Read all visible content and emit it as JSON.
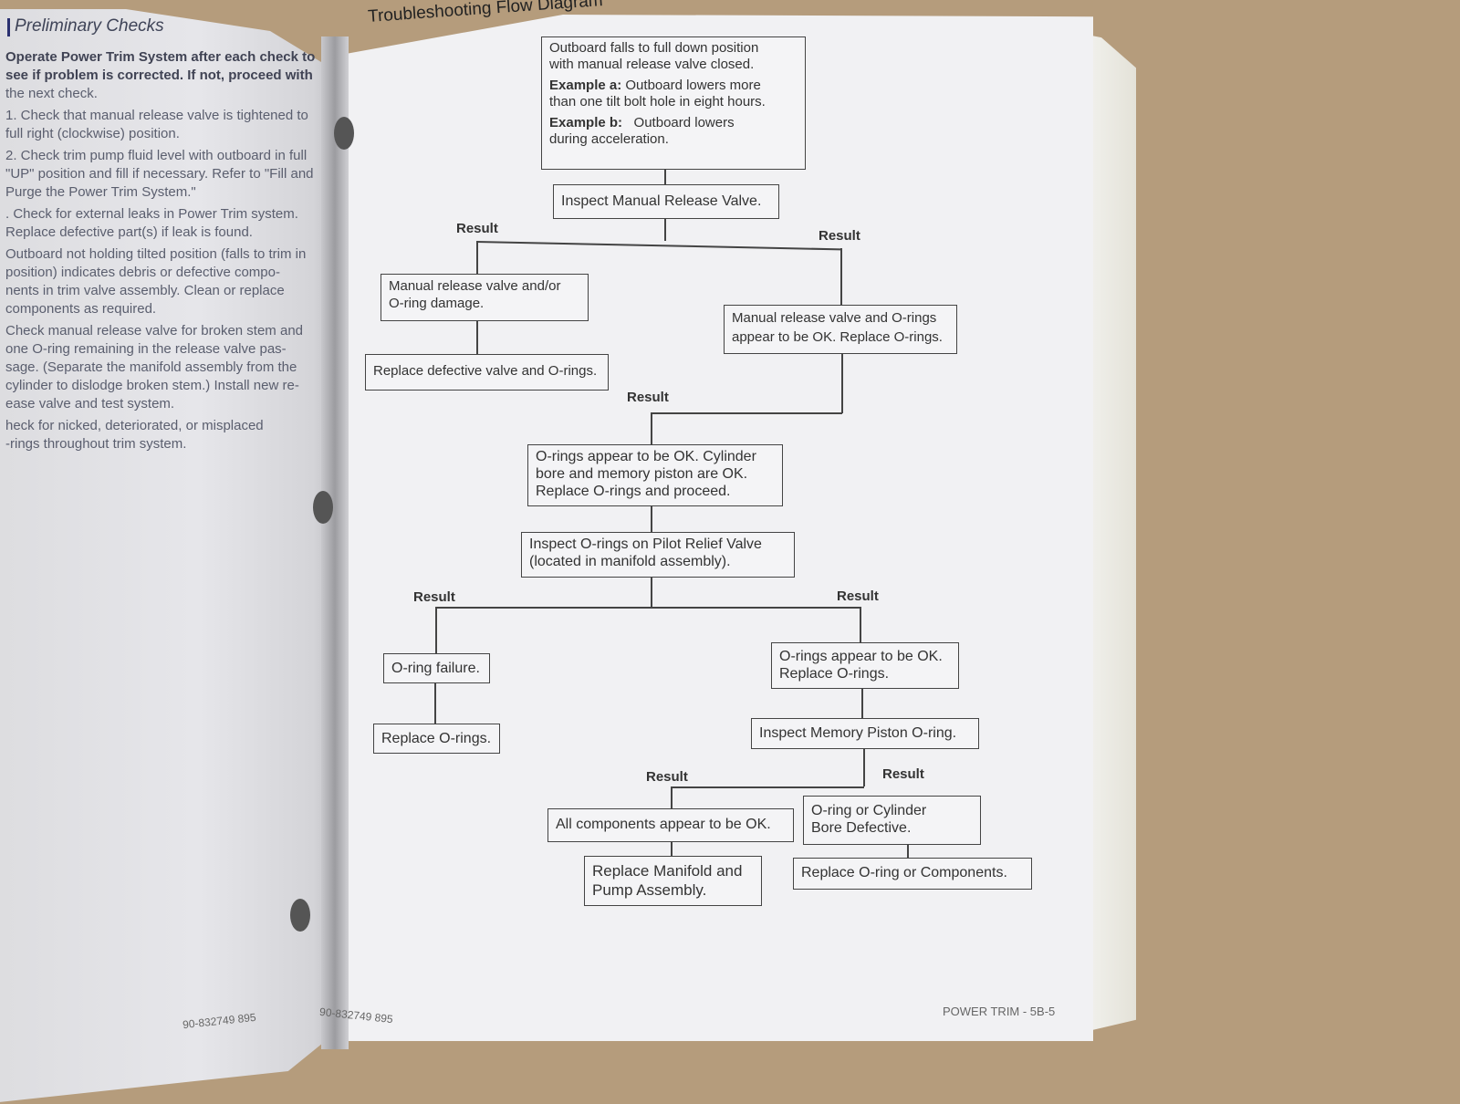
{
  "left_page": {
    "heading": "Preliminary Checks",
    "lines": [
      "Operate Power Trim System after each check to",
      "see if problem is corrected. If not, proceed with",
      "the next check.",
      "1.  Check that manual release valve is tightened to",
      "     full right (clockwise) position.",
      "2.  Check trim pump fluid level with outboard in full",
      "     \"UP\" position and fill if necessary. Refer to \"Fill and",
      "     Purge the Power Trim System.\"",
      ".  Check for external leaks in Power Trim system.",
      "    Replace defective part(s) if leak is found.",
      "Outboard not holding tilted position (falls to trim in",
      "position) indicates debris or defective compo-",
      "nents in trim valve assembly. Clean or replace",
      "components as required.",
      "Check manual release valve for broken stem and",
      "one O-ring remaining in the release valve pas-",
      "sage. (Separate the manifold assembly from the",
      "cylinder to dislodge broken stem.) Install new re-",
      "ease valve and test system.",
      "heck for nicked, deteriorated, or misplaced",
      "-rings throughout trim system."
    ],
    "footer": "90-832749  895"
  },
  "right_page": {
    "title": "Troubleshooting Flow Diagram",
    "result_label": "Result",
    "boxes": {
      "start": [
        "Outboard falls to full down position",
        "with manual release valve closed."
      ],
      "example_a_label": "Example a:",
      "example_a": [
        "Outboard lowers more",
        "than one tilt bolt hole in eight hours."
      ],
      "example_b_label": "Example b:",
      "example_b": [
        "Outboard lowers",
        "during acceleration."
      ],
      "inspect_release": "Inspect Manual Release Valve.",
      "valve_damage": [
        "Manual release valve and/or",
        "O-ring damage."
      ],
      "replace_valve": "Replace defective valve and O-rings.",
      "valve_ok": [
        "Manual release valve and O-rings",
        "appear to be OK. Replace O-rings."
      ],
      "cyl_ok": [
        "O-rings appear to be OK. Cylinder",
        "bore and memory piston are OK.",
        "Replace O-rings and proceed."
      ],
      "inspect_pilot": [
        "Inspect O-rings on Pilot Relief Valve",
        "(located in manifold assembly)."
      ],
      "oring_failure": "O-ring failure.",
      "replace_orings": "Replace O-rings.",
      "orings_ok": [
        "O-rings appear to be OK.",
        "Replace O-rings."
      ],
      "inspect_memory": "Inspect Memory Piston O-ring.",
      "all_ok": "All components appear to be OK.",
      "bore_defective": [
        "O-ring  or  Cylinder",
        "Bore Defective."
      ],
      "replace_manifold": [
        "Replace Manifold and",
        "Pump Assembly."
      ],
      "replace_components": "Replace O-ring or Components."
    },
    "footer_left": "90-832749  895",
    "footer_right": "POWER TRIM - 5B-5"
  }
}
